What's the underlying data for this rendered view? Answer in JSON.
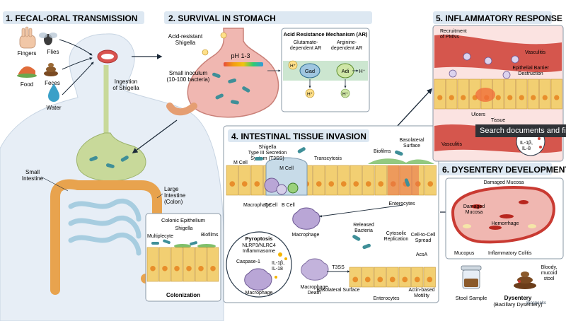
{
  "sections": {
    "s1": "1. FECAL-ORAL TRANSMISSION",
    "s2": "2. SURVIVAL IN STOMACH",
    "s4": "4. INTESTINAL TISSUE INVASION",
    "s5": "5. INFLAMMATORY RESPONSE",
    "s6": "6. DYSENTERY DEVELOPMENT"
  },
  "transmission": {
    "fingers": "Fingers",
    "flies": "Flies",
    "food": "Food",
    "feces": "Feces",
    "water": "Water",
    "ingestion_1": "Ingestion",
    "ingestion_2": "of Shigella",
    "small_intestine_1": "Small",
    "small_intestine_2": "Intestine",
    "large_intestine_1": "Large",
    "large_intestine_2": "Intestine",
    "large_intestine_3": "(Colon)"
  },
  "colonization": {
    "colonic_epithelium": "Colonic Epithelium",
    "multiplecyte": "Multiplecyte",
    "shigella": "Shigella",
    "biofilms": "Biofilms",
    "colonization": "Colonization"
  },
  "stomach": {
    "acid_resistant_1": "Acid-resistant",
    "acid_resistant_2": "Shigella",
    "ph": "pH 1-3",
    "inoculum_1": "Small inoculum",
    "inoculum_2": "(10-100 bacteria)",
    "ar_title": "Acid Resistance Mechanism (AR)",
    "glu_1": "Glutamate-",
    "glu_2": "dependent AR",
    "arg_1": "Arginine-",
    "arg_2": "dependent AR",
    "gad": "Gad",
    "adi": "Adi",
    "h_plus": "H⁺"
  },
  "invasion": {
    "shigella_t3ss_1": "Shigella",
    "shigella_t3ss_2": "Type III Secretion",
    "shigella_t3ss_3": "System (T3SS)",
    "m_cell": "M Cell",
    "m_cell_inner": "M Cell",
    "transcytosis": "Transcytosis",
    "macrophage": "Macrophage",
    "t_cell": "T Cell",
    "b_cell": "B Cell",
    "biofilms": "Biofilms",
    "basolateral_1": "Basolateral",
    "basolateral_2": "Surface",
    "enterocytes": "Enterocytes",
    "macrophage2": "Macrophage",
    "released_1": "Released",
    "released_2": "Bacteria",
    "cytosolic_1": "Cytosolic",
    "cytosolic_2": "Replication",
    "c2c_1": "Cell-to-Cell",
    "c2c_2": "Spread",
    "acsa": "AcsA",
    "pyroptosis": "Pyroptosis",
    "nlrp_1": "NLRP3/NLRC4",
    "nlrp_2": "Inflammasome",
    "caspase": "Caspase-1",
    "il_1": "IL-1β,",
    "il_2": "IL-18",
    "pyro_macrophage": "Macrophage",
    "t3ss": "T3SS",
    "mac_death_1": "Macrophage",
    "mac_death_2": "Death",
    "basolateral_surface": "Basolateral Surface",
    "enterocytes2": "Enterocytes",
    "actin_1": "Actin-based",
    "actin_2": "Motility"
  },
  "inflammatory": {
    "recruit_1": "Recruitment",
    "recruit_2": "of PMNs",
    "vasculitis": "Vasculitis",
    "barrier_1": "Epithelial Barrier",
    "barrier_2": "Destruction",
    "ulcers": "Ulcers",
    "tissue": "Tissue",
    "vasculitis2": "Vasculitis",
    "il_1": "IL-1β,",
    "il_2": "IL-8"
  },
  "dysentery": {
    "damaged_mucosa": "Damaged Mucosa",
    "damaged_1": "Damaged",
    "damaged_2": "Mucosa",
    "hemorrhage": "Hemorrhage",
    "mucopus": "Mucopus",
    "colitis": "Inflammatory Colitis",
    "stool_sample": "Stool Sample",
    "bloody_1": "Bloody,",
    "bloody_2": "mucoid",
    "bloody_3": "stool",
    "dysentery": "Dysentery",
    "bacillary": "(Bacillary Dysentery)",
    "brand": "Biospeaks"
  },
  "tooltip": "Search documents and files",
  "colors": {
    "header_bg": "#dde8f2",
    "panel_border": "#8a98a6",
    "bacteria": "#3f8f98",
    "epithelium": "#f2cf72",
    "nucleus": "#e88e2b",
    "blood": "#c93a32",
    "mucosa": "#f0b7b1"
  }
}
